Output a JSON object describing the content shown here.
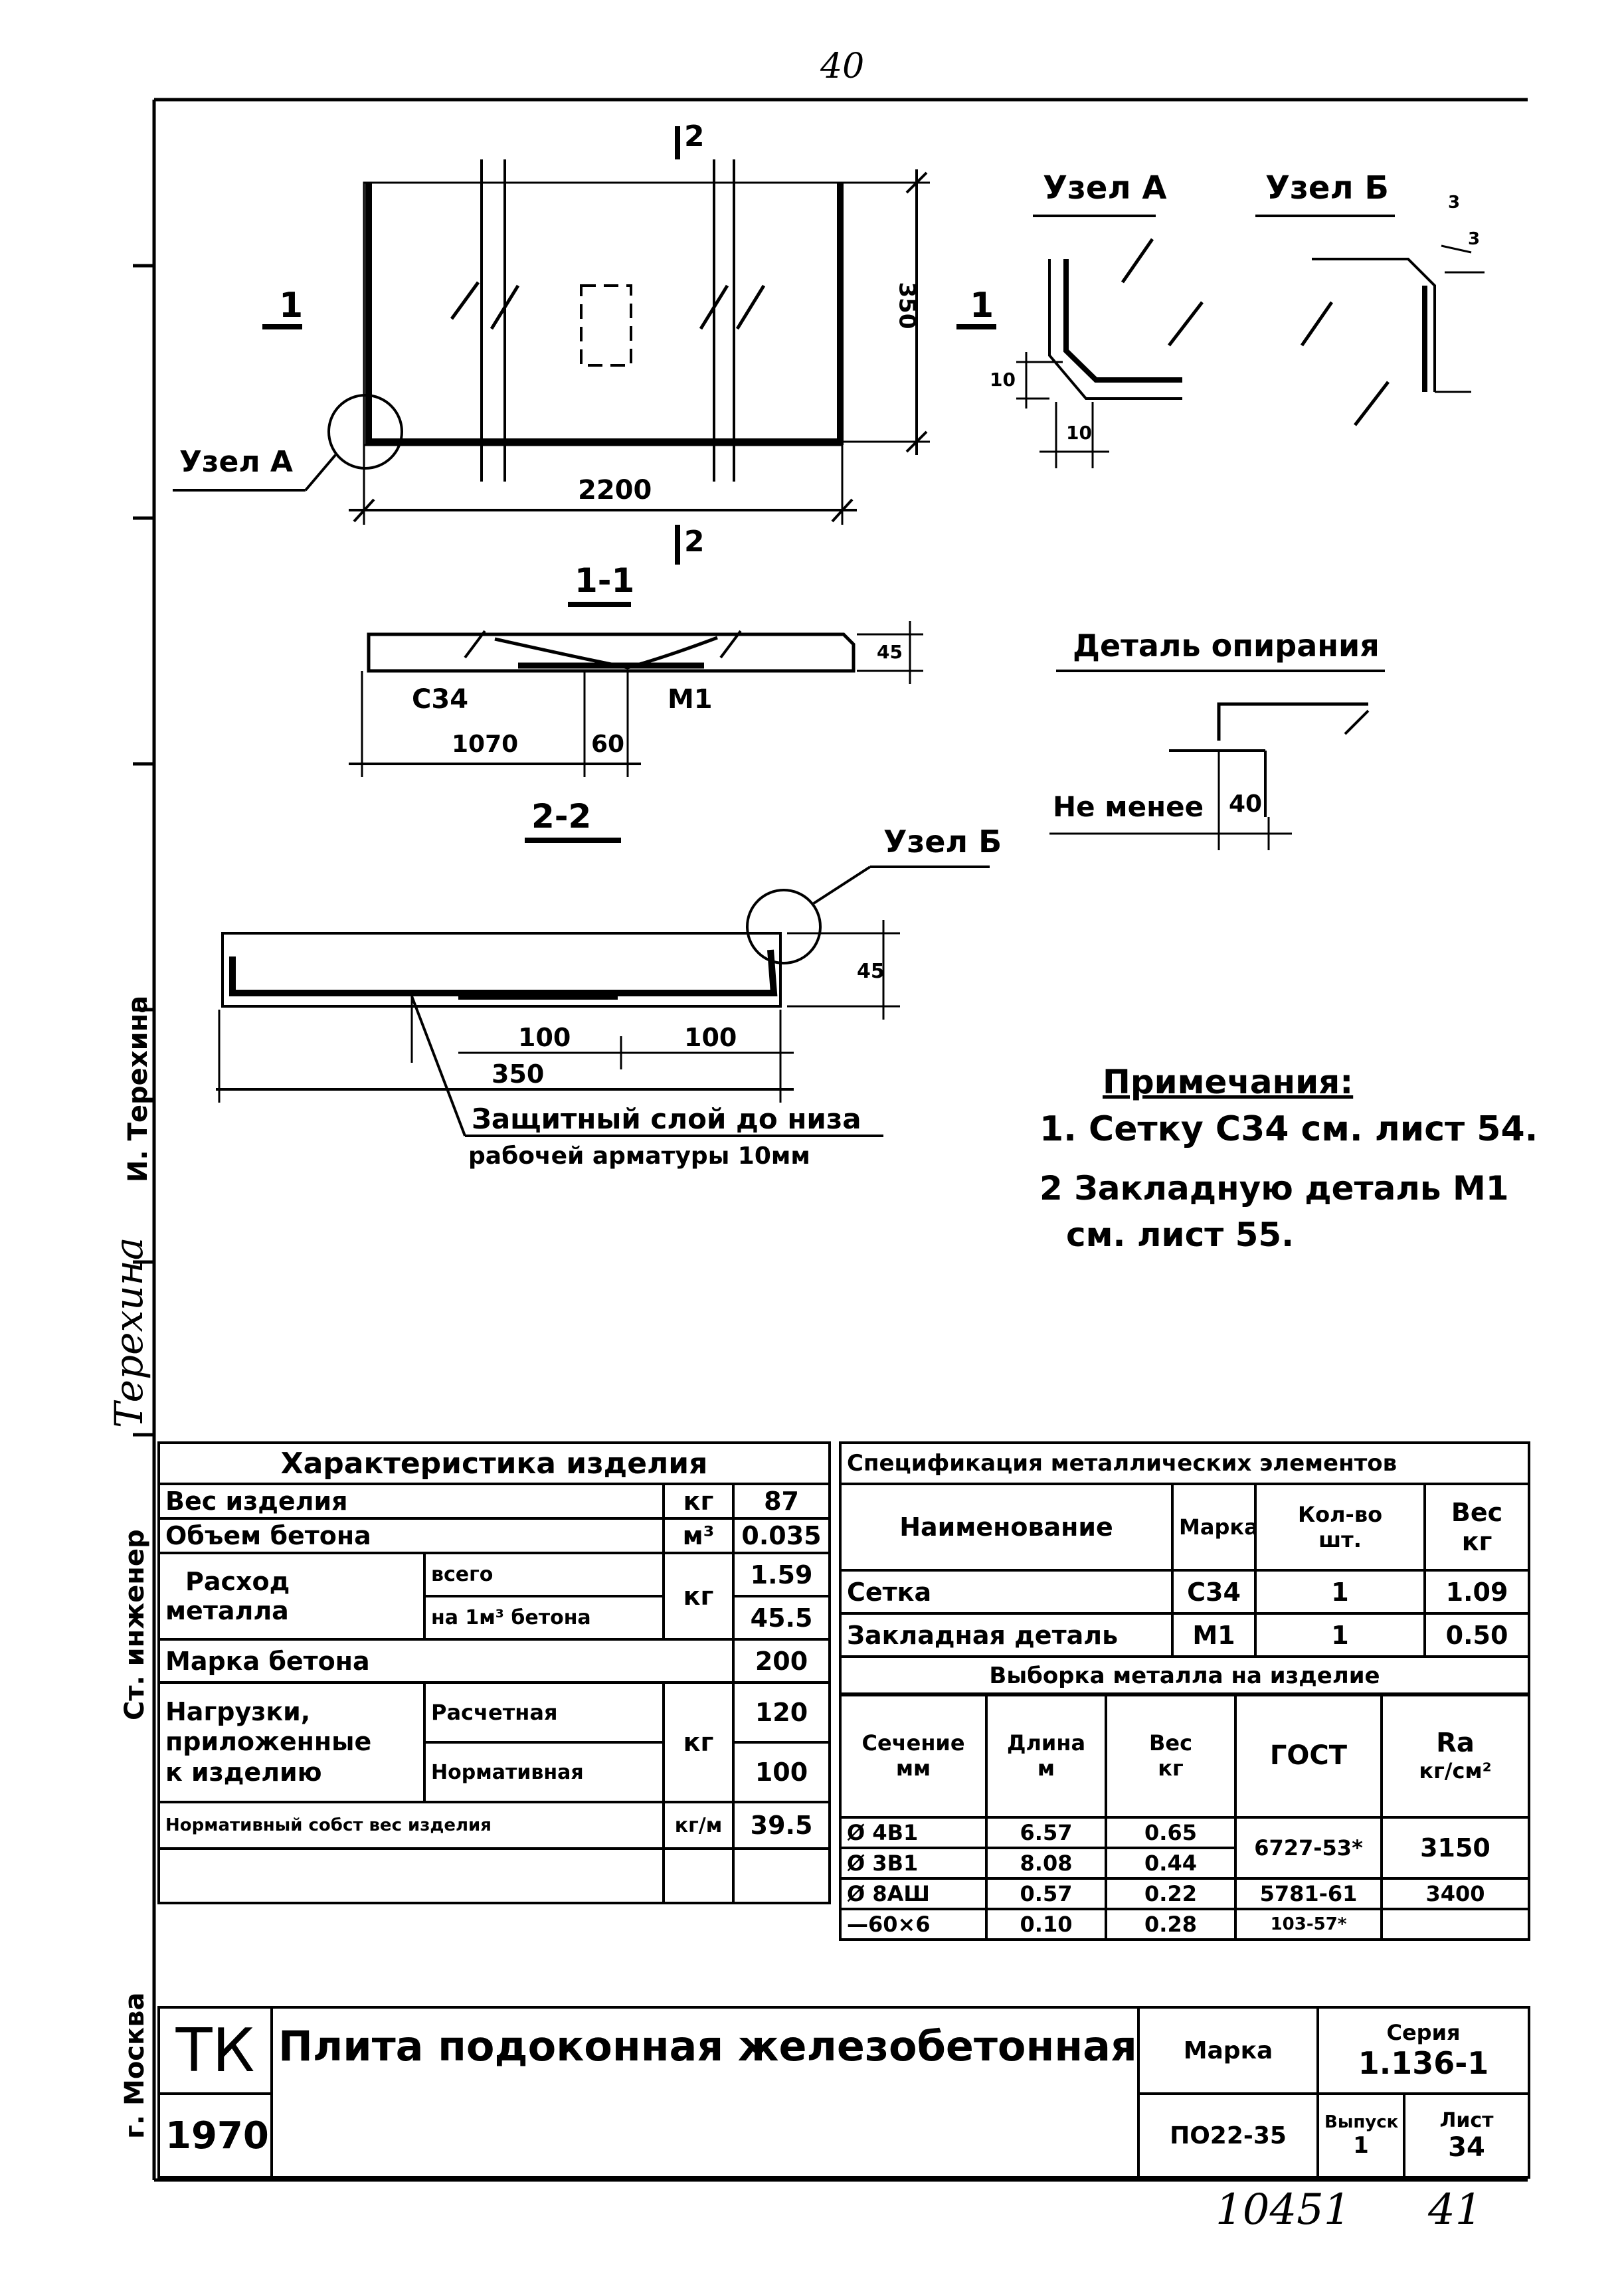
{
  "page_number_top": "40",
  "page_number_bottom_left": "10451",
  "page_number_bottom_right": "41",
  "left_margin": {
    "signatory_role": "Ст. инженер",
    "signature": "Терехина",
    "signatory_name": "И. Терехина",
    "city": "г. Москва"
  },
  "plan": {
    "section_mark_top": "2",
    "section_mark_bottom": "2",
    "section_mark_left": "1",
    "section_mark_right": "1",
    "height_dim": "350",
    "width_dim": "2200",
    "node_label": "Узел А"
  },
  "node_a": {
    "title": "Узел А",
    "dim_v": "10",
    "dim_h": "10"
  },
  "node_b": {
    "title": "Узел Б",
    "dim_1": "3",
    "dim_2": "3"
  },
  "section_1_1": {
    "title": "1-1",
    "mesh_label": "С34",
    "embedded_label": "М1",
    "dim_length": "1070",
    "dim_60": "60",
    "dim_45": "45"
  },
  "support_detail": {
    "title": "Деталь опирания",
    "label": "Не менее",
    "dim": "40"
  },
  "section_2_2": {
    "title": "2-2",
    "node_label": "Узел Б",
    "dim_100_left": "100",
    "dim_100_right": "100",
    "dim_350": "350",
    "dim_45": "45",
    "cover_note_line1": "Защитный слой до низа",
    "cover_note_line2": "рабочей арматуры 10мм"
  },
  "notes": {
    "title": "Примечания:",
    "item1": "1. Сетку С34 см. лист 54.",
    "item2_line1": "2 Закладную деталь М1",
    "item2_line2": "см. лист 55."
  },
  "characteristics": {
    "title": "Характеристика изделия",
    "weight_label": "Вес изделия",
    "weight_unit": "кг",
    "weight_value": "87",
    "volume_label": "Объем бетона",
    "volume_unit": "м³",
    "volume_value": "0.035",
    "metal_label_1": "Расход",
    "metal_label_2": "металла",
    "metal_total_label": "всего",
    "metal_total_value": "1.59",
    "metal_per_label": "на 1м³ бетона",
    "metal_unit": "кг",
    "metal_per_value": "45.5",
    "concrete_label": "Марка бетона",
    "concrete_value": "200",
    "loads_label_1": "Нагрузки,",
    "loads_label_2": "приложенные",
    "loads_label_3": "к изделию",
    "loads_unit": "кг",
    "load_calc_label": "Расчетная",
    "load_calc_value": "120",
    "load_norm_label": "Нормативная",
    "load_norm_value": "100",
    "self_weight_label": "Нормативный собст вес изделия",
    "self_weight_unit": "кг/м",
    "self_weight_value": "39.5"
  },
  "specification": {
    "title": "Спецификация металлических элементов",
    "col_name": "Наименование",
    "col_mark": "Марка",
    "col_qty_1": "Кол-во",
    "col_qty_2": "шт.",
    "col_weight_1": "Вес",
    "col_weight_2": "кг",
    "rows": [
      {
        "name": "Сетка",
        "mark": "С34",
        "qty": "1",
        "weight": "1.09"
      },
      {
        "name": "Закладная деталь",
        "mark": "М1",
        "qty": "1",
        "weight": "0.50"
      }
    ]
  },
  "selection": {
    "title": "Выборка металла на изделие",
    "col_section_1": "Сечение",
    "col_section_2": "мм",
    "col_length_1": "Длина",
    "col_length_2": "м",
    "col_weight_1": "Вес",
    "col_weight_2": "кг",
    "col_gost": "ГОСТ",
    "col_ra_1": "Ra",
    "col_ra_2": "кг/см²",
    "rows": [
      {
        "section": "Ø 4В1",
        "length": "6.57",
        "weight": "0.65"
      },
      {
        "section": "Ø 3В1",
        "length": "8.08",
        "weight": "0.44"
      },
      {
        "section": "Ø 8АШ",
        "length": "0.57",
        "weight": "0.22"
      },
      {
        "section": "—60×6",
        "length": "0.10",
        "weight": "0.28"
      }
    ],
    "gost_1": "6727-53*",
    "ra_1": "3150",
    "gost_2": "5781-61",
    "ra_2": "3400",
    "gost_3": "103-57*"
  },
  "title_block": {
    "org": "ТК",
    "year": "1970г.",
    "product_name": "Плита подоконная железобетонная",
    "mark_label": "Марка",
    "mark_value": "ПО22-35",
    "series_label": "Серия",
    "series_value": "1.136-1",
    "issue_label": "Выпуск",
    "issue_value": "1",
    "sheet_label": "Лист",
    "sheet_value": "34"
  }
}
